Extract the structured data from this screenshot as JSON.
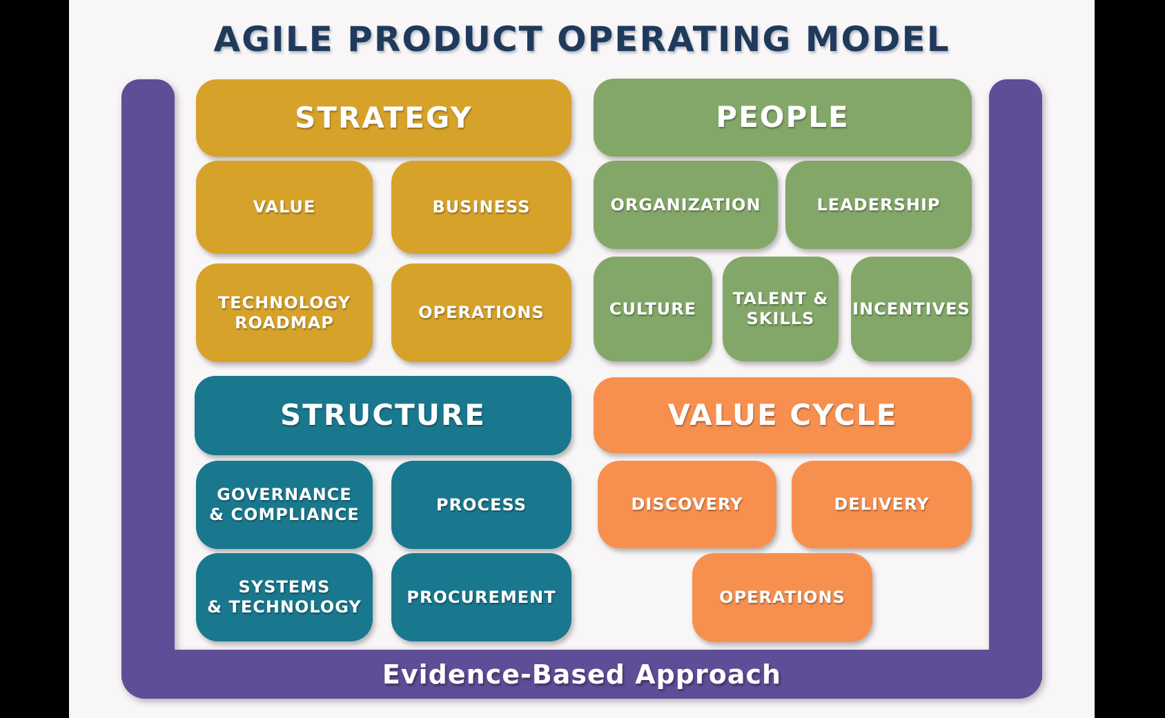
{
  "title": "AGILE PRODUCT OPERATING MODEL",
  "footer": {
    "label": "Evidence-Based Approach"
  },
  "palette": {
    "gold": "#D6A22A",
    "green": "#83A768",
    "teal": "#19788E",
    "orange": "#F7904F",
    "purple": "#5F4D97",
    "title_navy": "#203A5B",
    "background": "#F8F6F7",
    "side_bars": "#000000",
    "box_text": "#FFFFFF"
  },
  "sections": {
    "strategy": {
      "header": "STRATEGY",
      "boxes": [
        "VALUE",
        "BUSINESS",
        "TECHNOLOGY\nROADMAP",
        "OPERATIONS"
      ]
    },
    "people": {
      "header": "PEOPLE",
      "boxes": [
        "ORGANIZATION",
        "LEADERSHIP",
        "CULTURE",
        "TALENT &\nSKILLS",
        "INCENTIVES"
      ]
    },
    "structure": {
      "header": "STRUCTURE",
      "boxes": [
        "GOVERNANCE\n& COMPLIANCE",
        "PROCESS",
        "SYSTEMS\n& TECHNOLOGY",
        "PROCUREMENT"
      ]
    },
    "value_cycle": {
      "header": "VALUE CYCLE",
      "boxes": [
        "DISCOVERY",
        "DELIVERY",
        "OPERATIONS"
      ]
    }
  }
}
